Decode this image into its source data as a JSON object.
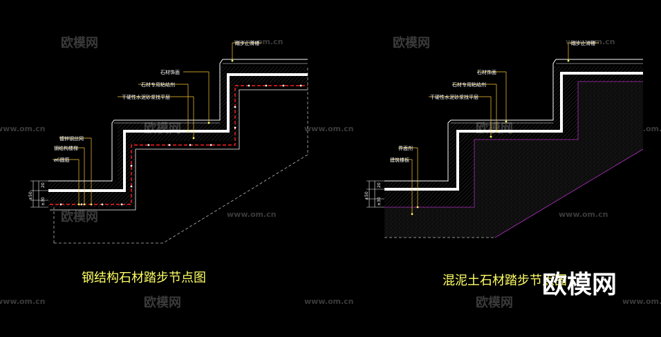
{
  "watermarks": {
    "brand": "欧模网",
    "url": "www.om.cn"
  },
  "steel_detail": {
    "title": "钢结构石材踏步节点图",
    "labels": {
      "anti_slip": "踏步止滑槽",
      "stone_finish": "石材饰面",
      "stone_adhesive": "石材专用粘结剂",
      "mortar_bed": "干硬性水泥砂浆找平层",
      "galv_mesh": "镀锌钢丝网",
      "steel_stair": "钢结构楼梯",
      "rebar": "ø6圆筋"
    },
    "dims": {
      "top": "20",
      "mid": "±30",
      "left": "±50"
    }
  },
  "concrete_detail": {
    "title": "混泥土石材踏步节点图",
    "labels": {
      "anti_slip": "踏步止滑槽",
      "stone_finish": "石材饰面",
      "stone_adhesive": "石材专用粘结剂",
      "mortar_bed": "干硬性水泥砂浆找平层",
      "interface": "界面剂",
      "slab": "建筑楼板"
    },
    "dims": {
      "top": "20",
      "mid": "±30",
      "left": "±50"
    }
  },
  "colors": {
    "background": "#000000",
    "line": "#ffffff",
    "rebar_red": "#ff2020",
    "leader_yellow": "#ffcc33",
    "edge_magenta": "#b030c0",
    "title_yellow": "#ffff66"
  }
}
